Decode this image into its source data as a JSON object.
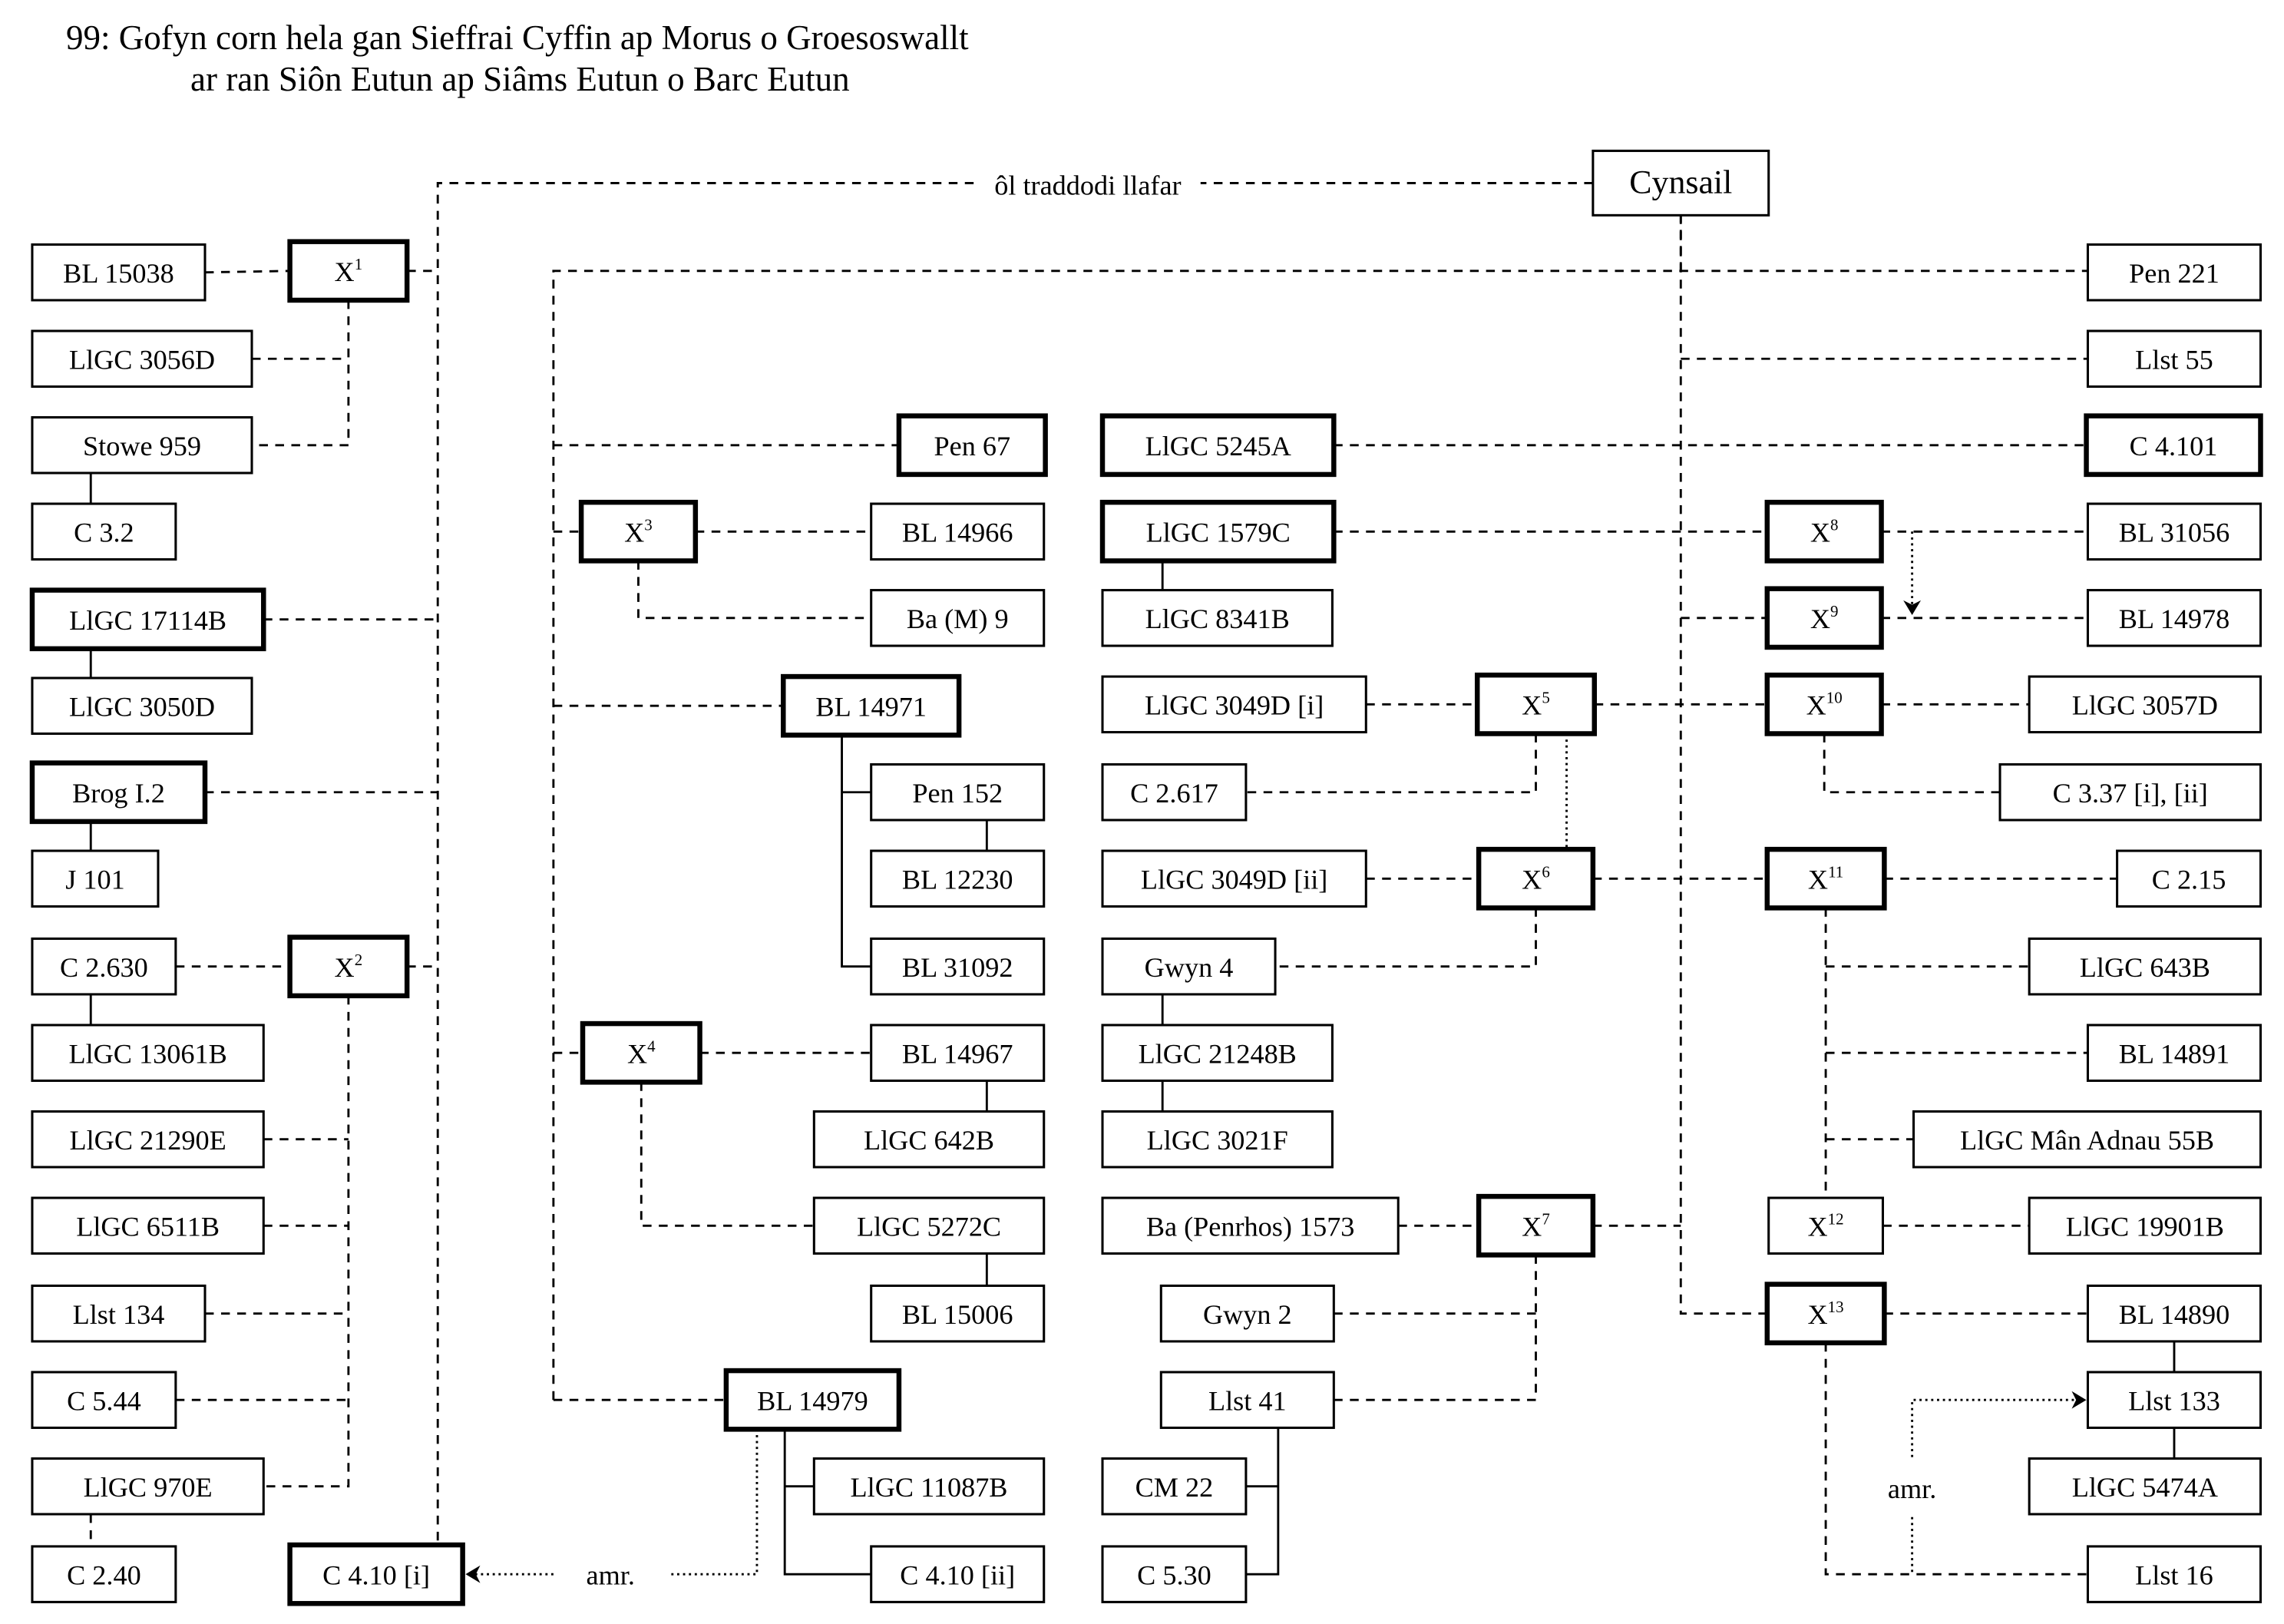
{
  "title": {
    "line1": "99: Gofyn corn hela gan Sieffrai Cyffin ap Morus o Groesoswallt",
    "line2": "ar ran Siôn Eutun ap Siâms Eutun o Barc Eutun"
  },
  "labels": {
    "oral_tradition": "ôl traddodi llafar",
    "amr_left": "amr.",
    "amr_right": "amr."
  },
  "legend_semantics": {
    "bold_border": "principal witness",
    "dashed_line": "inferred descent",
    "solid_line": "direct copy",
    "dotted_arrow": "variant reading (amr.)"
  },
  "nodes": {
    "cynsail": {
      "label": "Cynsail"
    },
    "x1": {
      "label": "X",
      "sup": "1"
    },
    "x2": {
      "label": "X",
      "sup": "2"
    },
    "x3": {
      "label": "X",
      "sup": "3"
    },
    "x4": {
      "label": "X",
      "sup": "4"
    },
    "x5": {
      "label": "X",
      "sup": "5"
    },
    "x6": {
      "label": "X",
      "sup": "6"
    },
    "x7": {
      "label": "X",
      "sup": "7"
    },
    "x8": {
      "label": "X",
      "sup": "8"
    },
    "x9": {
      "label": "X",
      "sup": "9"
    },
    "x10": {
      "label": "X",
      "sup": "10"
    },
    "x11": {
      "label": "X",
      "sup": "11"
    },
    "x12": {
      "label": "X",
      "sup": "12"
    },
    "x13": {
      "label": "X",
      "sup": "13"
    },
    "bl15038": {
      "label": "BL 15038"
    },
    "llgc3056d": {
      "label": "LlGC 3056D"
    },
    "stowe959": {
      "label": "Stowe 959"
    },
    "c3_2": {
      "label": "C 3.2"
    },
    "llgc17114b": {
      "label": "LlGC 17114B"
    },
    "llgc3050d": {
      "label": "LlGC 3050D"
    },
    "brogi2": {
      "label": "Brog I.2"
    },
    "j101": {
      "label": "J 101"
    },
    "c2_630": {
      "label": "C 2.630"
    },
    "llgc13061b": {
      "label": "LlGC 13061B"
    },
    "llgc21290e": {
      "label": "LlGC 21290E"
    },
    "llgc6511b": {
      "label": "LlGC 6511B"
    },
    "llst134": {
      "label": "Llst 134"
    },
    "c5_44": {
      "label": "C 5.44"
    },
    "llgc970e": {
      "label": "LlGC 970E"
    },
    "c2_40": {
      "label": "C 2.40"
    },
    "c4_10i": {
      "label": "C 4.10 [i]"
    },
    "pen67": {
      "label": "Pen 67"
    },
    "bl14966": {
      "label": "BL 14966"
    },
    "bam9": {
      "label": "Ba (M) 9"
    },
    "bl14971": {
      "label": "BL 14971"
    },
    "pen152": {
      "label": "Pen 152"
    },
    "bl12230": {
      "label": "BL 12230"
    },
    "bl31092": {
      "label": "BL 31092"
    },
    "bl14967": {
      "label": "BL 14967"
    },
    "llgc642b": {
      "label": "LlGC 642B"
    },
    "llgc5272c": {
      "label": "LlGC 5272C"
    },
    "bl15006": {
      "label": "BL 15006"
    },
    "bl14979": {
      "label": "BL 14979"
    },
    "llgc11087b": {
      "label": "LlGC 11087B"
    },
    "c4_10ii": {
      "label": "C 4.10 [ii]"
    },
    "llgc5245a": {
      "label": "LlGC 5245A"
    },
    "llgc1579c": {
      "label": "LlGC 1579C"
    },
    "llgc8341b": {
      "label": "LlGC 8341B"
    },
    "llgc3049di": {
      "label": "LlGC 3049D [i]"
    },
    "c2_617": {
      "label": "C 2.617"
    },
    "llgc3049dii": {
      "label": "LlGC 3049D [ii]"
    },
    "gwyn4": {
      "label": "Gwyn 4"
    },
    "llgc21248b": {
      "label": "LlGC 21248B"
    },
    "llgc3021f": {
      "label": "LlGC 3021F"
    },
    "bapenrhos1573": {
      "label": "Ba (Penrhos) 1573"
    },
    "gwyn2": {
      "label": "Gwyn 2"
    },
    "llst41": {
      "label": "Llst 41"
    },
    "cm22": {
      "label": "CM 22"
    },
    "c5_30": {
      "label": "C 5.30"
    },
    "pen221": {
      "label": "Pen 221"
    },
    "llst55": {
      "label": "Llst 55"
    },
    "c4_101": {
      "label": "C 4.101"
    },
    "bl31056": {
      "label": "BL 31056"
    },
    "bl14978": {
      "label": "BL 14978"
    },
    "llgc3057d": {
      "label": "LlGC 3057D"
    },
    "c3_37": {
      "label": "C 3.37 [i], [ii]"
    },
    "c2_15": {
      "label": "C 2.15"
    },
    "llgc643b": {
      "label": "LlGC 643B"
    },
    "bl14891": {
      "label": "BL 14891"
    },
    "llgcmanadnau55b": {
      "label": "LlGC Mân Adnau 55B"
    },
    "llgc19901b": {
      "label": "LlGC 19901B"
    },
    "bl14890": {
      "label": "BL 14890"
    },
    "llst133": {
      "label": "Llst 133"
    },
    "llgc5474a": {
      "label": "LlGC 5474A"
    },
    "llst16": {
      "label": "Llst 16"
    }
  }
}
